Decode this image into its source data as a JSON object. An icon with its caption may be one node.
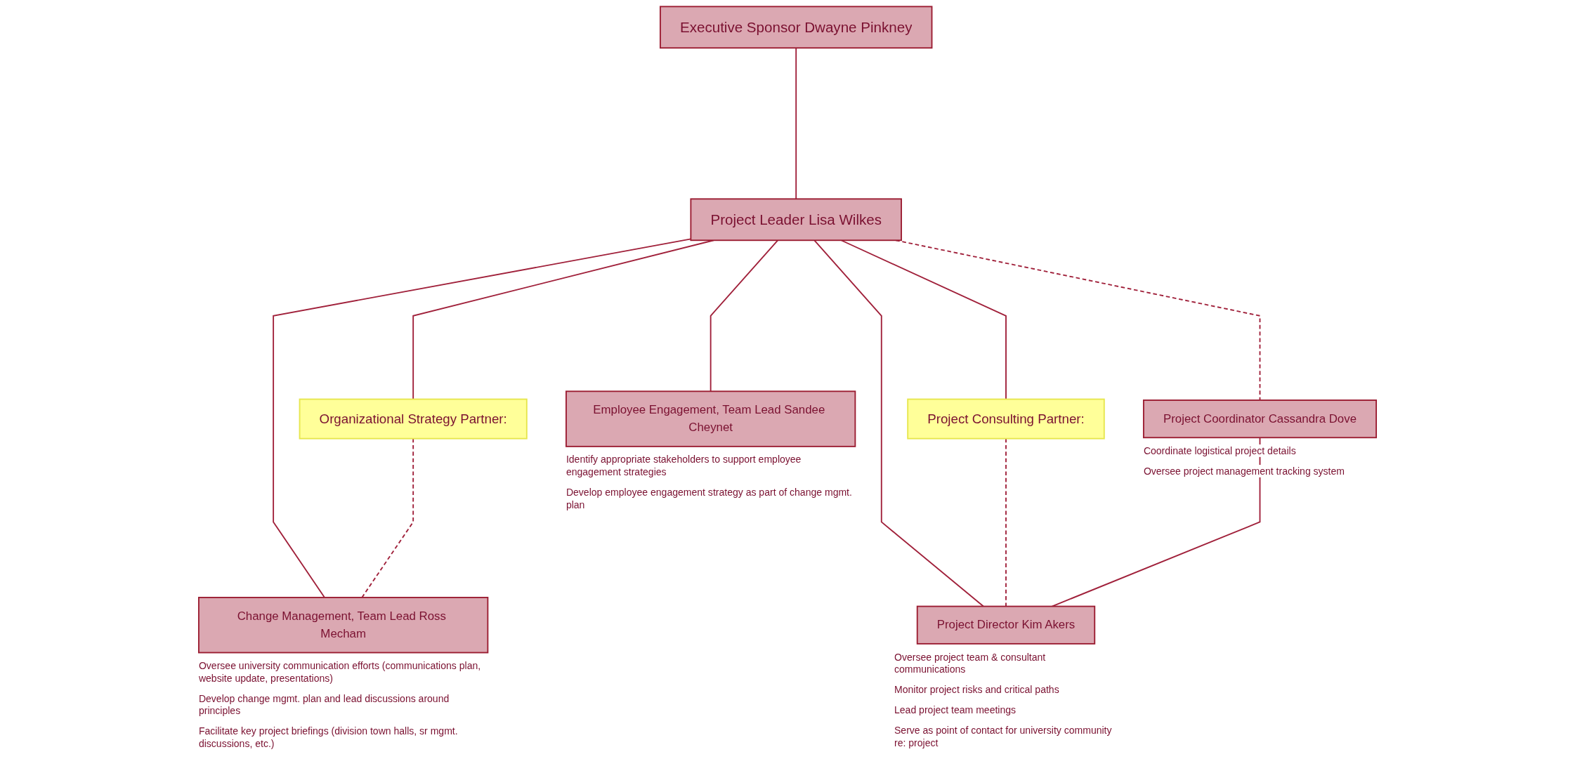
{
  "diagram": {
    "nodes": [
      {
        "text": [
          "Executive Sponsor Dwayne Pinkney"
        ]
      },
      {
        "text": [
          "Organizational Strategy Partner:"
        ]
      },
      {
        "text": [
          "Project Leader Lisa Wilkes"
        ]
      },
      {
        "text": [
          "Project Consulting Partner:"
        ]
      },
      {
        "text": [
          "Change Management, Team Lead Ross Mecham"
        ],
        "beside": [
          "Oversee university communication efforts (communications plan, website update, presentations)",
          "Develop change mgmt. plan and lead discussions around principles",
          "Facilitate key project briefings (division town halls, sr mgmt. discussions, etc.)"
        ]
      },
      {
        "text": [
          "Employee Engagement, Team Lead Sandee Cheynet"
        ],
        "beside": [
          "Identify appropriate stakeholders to support employee engagement strategies",
          "Develop employee engagement strategy as part of change mgmt. plan"
        ]
      },
      {
        "text": [
          "Project Coordinator Cassandra Dove"
        ],
        "beside": [
          "Coordinate logistical project details",
          "Oversee project management tracking system"
        ]
      },
      {
        "text": [
          "Project Director Kim Akers"
        ],
        "beside": [
          "Oversee project team & consultant communications",
          "Monitor project risks and critical paths",
          "Lead project team meetings",
          "Serve as point of contact for university community re: project"
        ]
      }
    ],
    "edges": [
      {
        "from": 0,
        "to": 2,
        "arrow": "none"
      },
      {
        "from": 2,
        "to": 1,
        "arrow": "none"
      },
      {
        "from": 2,
        "to": 3,
        "arrow": "none"
      },
      {
        "from": 2,
        "to": 4,
        "arrow": "none"
      },
      {
        "from": 2,
        "to": 5,
        "arrow": "none"
      },
      {
        "from": 2,
        "to": 6,
        "arrow": "none",
        "style": "dashed"
      },
      {
        "from": 2,
        "to": 7,
        "arrow": "none"
      },
      {
        "from": 1,
        "to": 4,
        "arrow": "none",
        "style": "dashed"
      },
      {
        "from": 3,
        "to": 7,
        "arrow": "none",
        "style": "dashed"
      },
      {
        "from": 6,
        "to": 7,
        "arrow": "none"
      }
    ]
  }
}
